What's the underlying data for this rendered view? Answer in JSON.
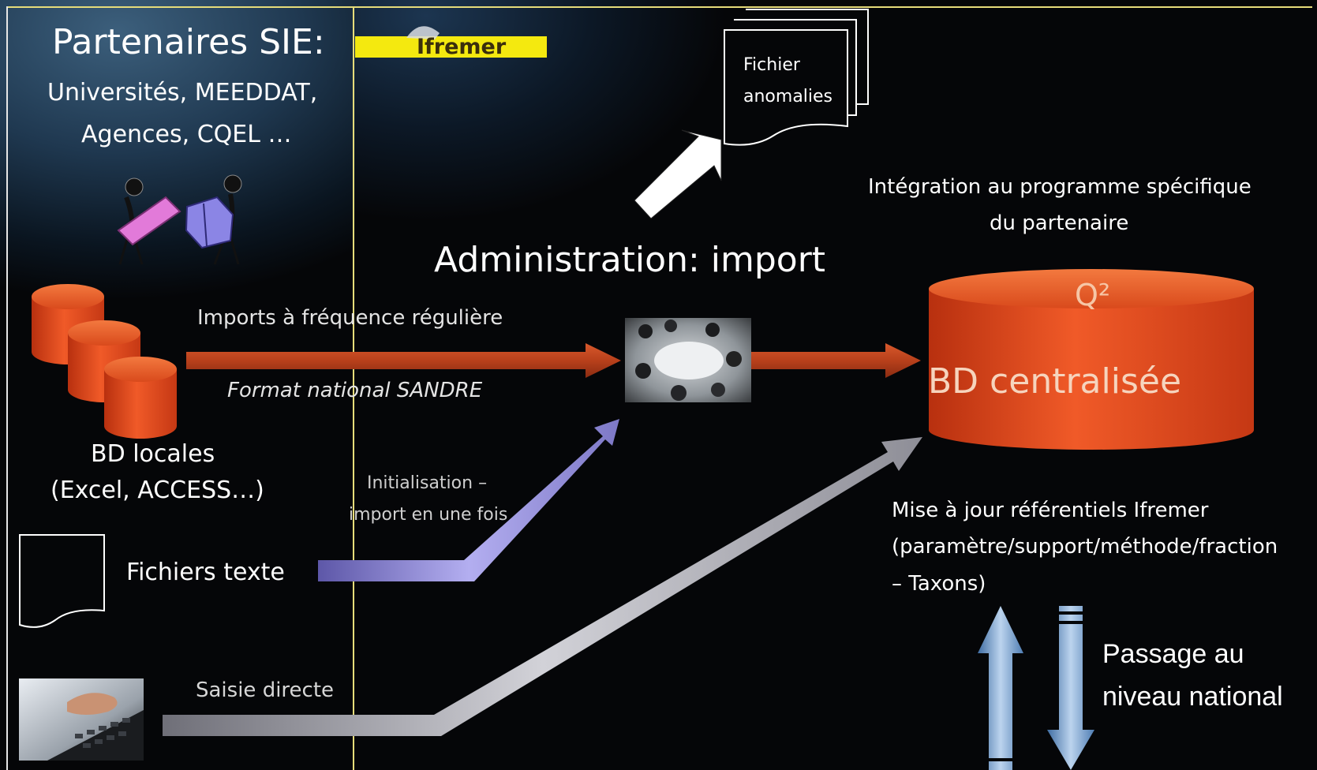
{
  "partners": {
    "title": "Partenaires SIE:",
    "line1": "Universités, MEEDDAT,",
    "line2": "Agences, CQEL …"
  },
  "logo": {
    "text": "Ifremer"
  },
  "anomalies": {
    "line1": "Fichier",
    "line2": "anomalies"
  },
  "heading": "Administration: import",
  "integration": {
    "line1": "Intégration au programme spécifique",
    "line2": "du partenaire"
  },
  "central_db": {
    "superscript_label": "Q²",
    "label": "BD centralisée"
  },
  "imports": {
    "label": "Imports à fréquence régulière",
    "format": "Format national SANDRE"
  },
  "local_db": {
    "line1": "BD locales",
    "line2": "(Excel, ACCESS…)"
  },
  "init": {
    "line1": "Initialisation –",
    "line2": "import en une fois"
  },
  "text_files": {
    "label": "Fichiers texte"
  },
  "direct_entry": {
    "label": "Saisie directe"
  },
  "referentials": {
    "line1": "Mise à jour référentiels Ifremer",
    "line2": "(paramètre/support/méthode/fraction",
    "line3": "– Taxons)"
  },
  "national": {
    "line1": "Passage au",
    "line2": "niveau national"
  },
  "colors": {
    "db_orange": "#e2471f",
    "arrow_orange": "#c4451f",
    "arrow_lavender": "#9b96dc",
    "arrow_grey": "#b4b4bc",
    "arrow_blue": "#7aa3d1",
    "logo_yellow": "#f4e90f",
    "frame_yellow": "#e6dc7a"
  },
  "icons": [
    "anomalies-document-icon",
    "workers-illustration-icon",
    "local-databases-icon",
    "meeting-photo-icon",
    "text-file-icon",
    "keyboard-photo-icon",
    "central-database-icon"
  ]
}
